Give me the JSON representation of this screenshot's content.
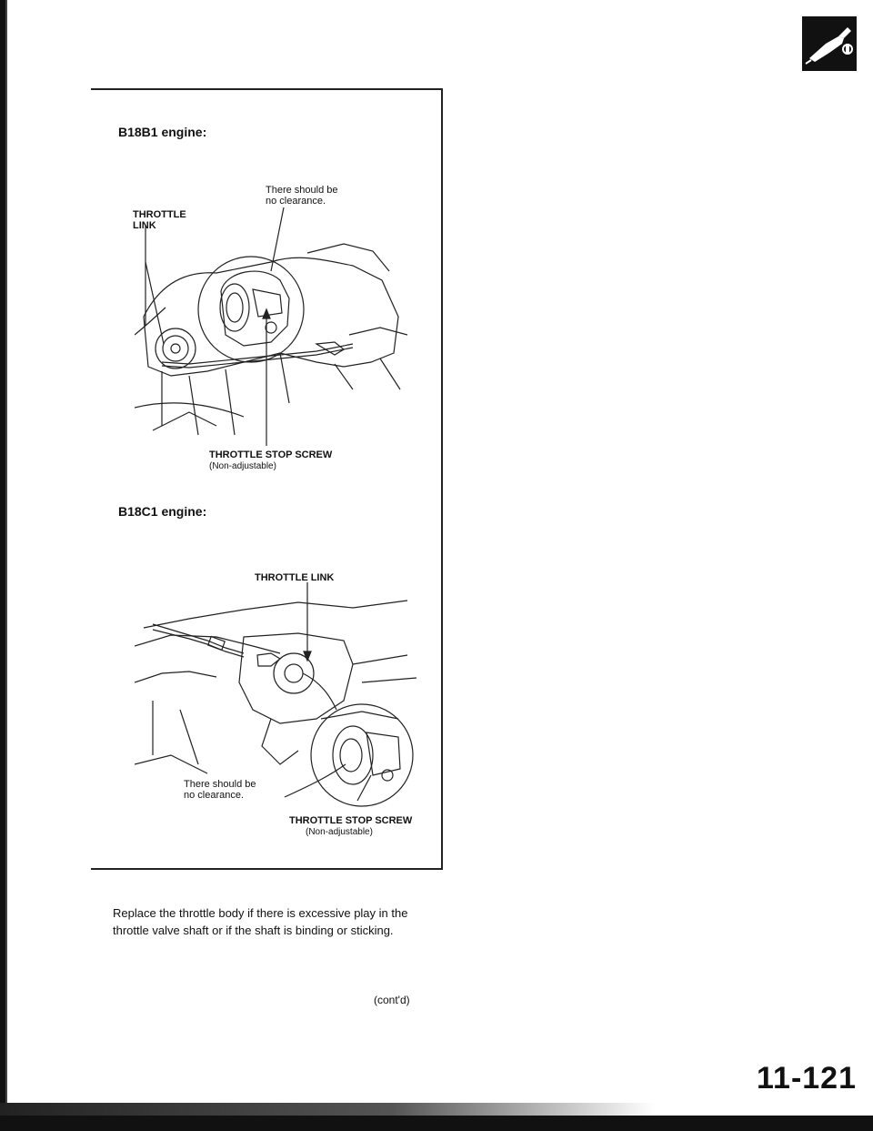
{
  "section_b18b1": {
    "heading": "B18B1 engine:",
    "throttle_link": [
      "THROTTLE",
      "LINK"
    ],
    "clearance_note": [
      "There should be",
      "no clearance."
    ],
    "stop_screw": "THROTTLE STOP SCREW",
    "non_adjustable": "(Non-adjustable)"
  },
  "section_b18c1": {
    "heading": "B18C1 engine:",
    "throttle_link": "THROTTLE LINK",
    "clearance_note": [
      "There should be",
      "no clearance."
    ],
    "stop_screw": "THROTTLE STOP SCREW",
    "non_adjustable": "(Non-adjustable)"
  },
  "instruction": [
    "Replace the throttle body if there is excessive play in the",
    "throttle valve shaft or if the shaft is binding or sticking."
  ],
  "continued": "(cont'd)",
  "page_number": "11-121",
  "section_icon": "fuel-nozzle-icon"
}
